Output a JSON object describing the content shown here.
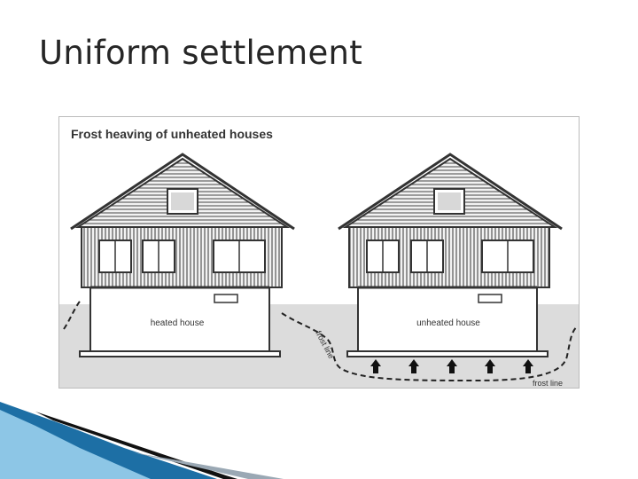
{
  "slide": {
    "title": "Uniform settlement"
  },
  "diagram": {
    "title": "Frost heaving of unheated houses",
    "houses": [
      {
        "label": "heated house"
      },
      {
        "label": "unheated house"
      }
    ],
    "labels": {
      "frost_line_side": "frost line",
      "frost_line_bottom": "frost line"
    },
    "heave_arrow_count": 5
  },
  "colors": {
    "title_text": "#262626",
    "line": "#333333",
    "ground": "#dcdcdc",
    "foundation": "#ffffff",
    "siding": "#555555",
    "deco_blue_dark": "#1d6fa5",
    "deco_blue_light": "#8dc6e6",
    "deco_black": "#111111"
  }
}
